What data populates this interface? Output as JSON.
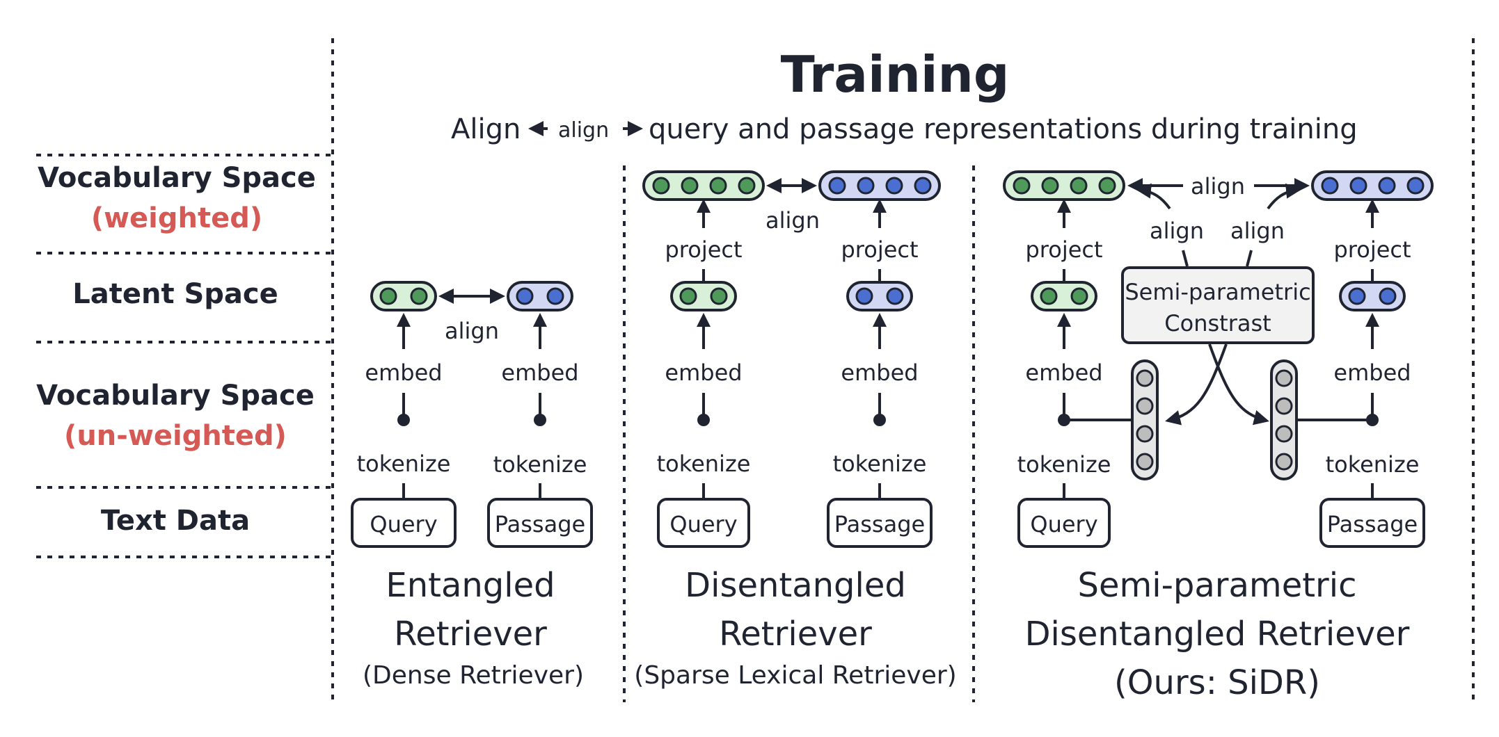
{
  "title": "Training",
  "subtitle": {
    "before": "Align",
    "middle": "align",
    "after": "query and passage representations during training"
  },
  "rows": {
    "vocab_weighted": "Vocabulary Space",
    "vocab_weighted_sub": "(weighted)",
    "latent": "Latent Space",
    "vocab_unweighted": "Vocabulary Space",
    "vocab_unweighted_sub": "(un-weighted)",
    "text_data": "Text Data"
  },
  "labels": {
    "align": "align",
    "embed": "embed",
    "tokenize": "tokenize",
    "project": "project",
    "query": "Query",
    "passage": "Passage",
    "contrast_line1": "Semi-parametric",
    "contrast_line2": "Constrast"
  },
  "captions": {
    "entangled": [
      "Entangled",
      "Retriever",
      "(Dense Retriever)"
    ],
    "disentangled": [
      "Disentangled",
      "Retriever",
      "(Sparse Lexical Retriever)"
    ],
    "sidr": [
      "Semi-parametric",
      "Disentangled Retriever",
      "(Ours: SiDR)"
    ]
  },
  "colors": {
    "query_fill": "#d8f0d8",
    "query_dot": "#4f9a5a",
    "passage_fill": "#d2d8f3",
    "passage_dot": "#4a6fd0",
    "accent_text": "#d55a55"
  }
}
